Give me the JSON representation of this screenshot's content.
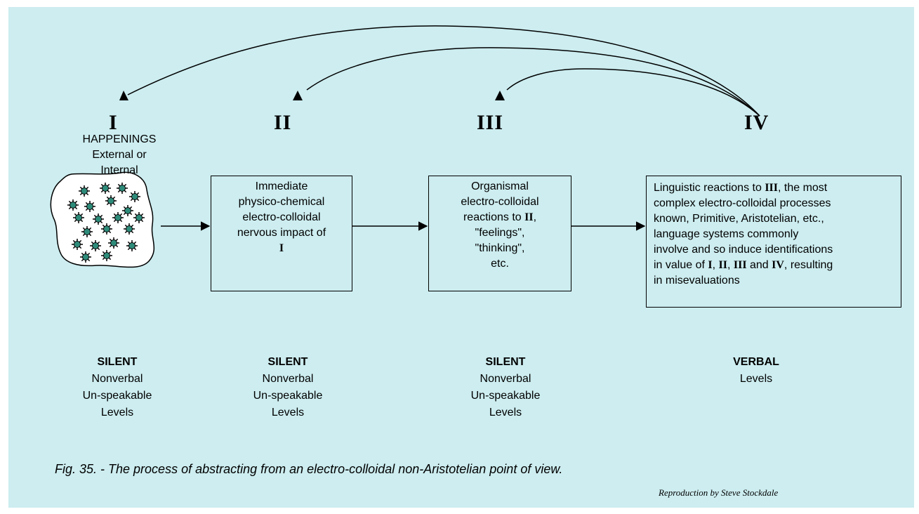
{
  "stages": {
    "s1": {
      "numeral": "I",
      "title": "HAPPENINGS",
      "sub1": "External or",
      "sub2": "Internal"
    },
    "s2": {
      "numeral": "II",
      "lines": [
        "Immediate",
        "physico-chemical",
        "electro-colloidal",
        "nervous impact of"
      ],
      "ref": "I"
    },
    "s3": {
      "numeral": "III",
      "lines": [
        "Organismal",
        "electro-colloidal"
      ],
      "line3_pre": "reactions to ",
      "line3_ref": "II",
      "line3_post": ",",
      "lines_after": [
        "\"feelings\",",
        "\"thinking\",",
        "etc."
      ]
    },
    "s4": {
      "numeral": "IV",
      "l1_pre": "Linguistic reactions to ",
      "l1_ref": "III",
      "l1_post": ", the most",
      "l2": "complex electro-colloidal processes",
      "l3": "known, Primitive, Aristotelian, etc.,",
      "l4": "language systems commonly",
      "l5": "involve and so induce identifications",
      "l6_pre": "in value of ",
      "l6_r1": "I",
      "l6_c1": ", ",
      "l6_r2": "II",
      "l6_c2": ", ",
      "l6_r3": "III",
      "l6_and": " and ",
      "l6_r4": "IV",
      "l6_post": ", resulting",
      "l7": "in misevaluations"
    }
  },
  "levels": [
    {
      "heading": "SILENT",
      "lines": [
        "Nonverbal",
        "Un-speakable",
        "Levels"
      ]
    },
    {
      "heading": "SILENT",
      "lines": [
        "Nonverbal",
        "Un-speakable",
        "Levels"
      ]
    },
    {
      "heading": "SILENT",
      "lines": [
        "Nonverbal",
        "Un-speakable",
        "Levels"
      ]
    },
    {
      "heading": "VERBAL",
      "lines": [
        "Levels"
      ]
    }
  ],
  "caption": "Fig. 35. - The process of abstracting from an electro-colloidal non-Aristotelian point of view.",
  "credit": "Reproduction by Steve Stockdale",
  "colors": {
    "background": "#cdedf0",
    "dot": "#2e8b7a",
    "line": "#000000"
  }
}
